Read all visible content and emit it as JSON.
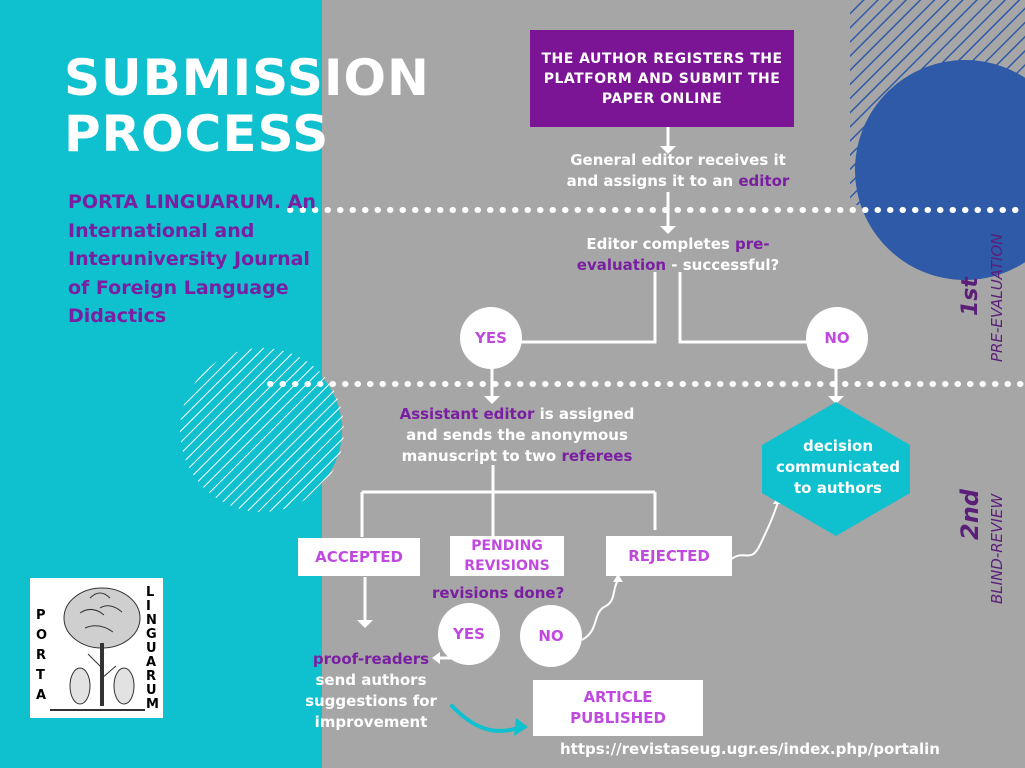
{
  "title": {
    "line1": "SUBMISSION",
    "line2": "PROCESS"
  },
  "journal": "PORTA LINGUARUM. An International and Interuniversity Journal of Foreign Language Didactics",
  "start": "THE AUTHOR REGISTERS THE PLATFORM AND SUBMIT THE PAPER ONLINE",
  "general_editor": {
    "line1": "General editor receives it",
    "line2a": "and assigns it to an ",
    "line2b": "editor"
  },
  "pre_eval": {
    "line1a": "Editor completes ",
    "line1b": "pre-",
    "line2a": "evaluation",
    "line2b": "  - successful?"
  },
  "yes1": "YES",
  "no1": "NO",
  "assistant": {
    "line1a": "Assistant editor",
    "line1b": " is assigned",
    "line2": "and sends the anonymous",
    "line3a": "manuscript to  two ",
    "line3b": "referees"
  },
  "decision": "decision communicated to authors",
  "accepted": "ACCEPTED",
  "pending": {
    "line1": "PENDING",
    "line2": "REVISIONS"
  },
  "rejected": "REJECTED",
  "revisions_done": "revisions done?",
  "yes2": "YES",
  "no2": "NO",
  "proof": {
    "line1": "proof-readers",
    "line2": "send authors",
    "line3": "suggestions for",
    "line4": "improvement"
  },
  "published": {
    "line1": "ARTICLE",
    "line2": "PUBLISHED"
  },
  "stage1": {
    "num": "1st",
    "name": "PRE-EVALUATION"
  },
  "stage2": {
    "num": "2nd",
    "name": "BLIND-REVIEW"
  },
  "url": "https://revistaseug.ugr.es/index.php/portalin",
  "logo": {
    "left": "PORTA",
    "right": "LINGUARUM"
  },
  "colors": {
    "teal": "#0fc0cf",
    "gray": "#a6a6a6",
    "purple": "#7b1596",
    "magenta": "#c04ae0",
    "navy": "#2f5aa8"
  }
}
